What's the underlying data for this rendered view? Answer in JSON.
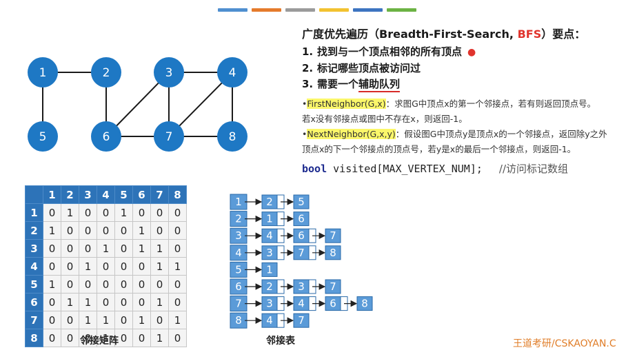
{
  "top_colors": [
    "#4f8fd0",
    "#e57b2c",
    "#9b9b9b",
    "#f2c230",
    "#3d74c0",
    "#6cb344"
  ],
  "graph": {
    "nodes": [
      {
        "label": "1"
      },
      {
        "label": "2"
      },
      {
        "label": "3"
      },
      {
        "label": "4"
      },
      {
        "label": "5"
      },
      {
        "label": "6"
      },
      {
        "label": "7"
      },
      {
        "label": "8"
      }
    ],
    "edges": [
      [
        1,
        2
      ],
      [
        1,
        5
      ],
      [
        2,
        6
      ],
      [
        3,
        6
      ],
      [
        3,
        7
      ],
      [
        3,
        4
      ],
      [
        4,
        7
      ],
      [
        4,
        8
      ],
      [
        6,
        7
      ],
      [
        7,
        8
      ]
    ],
    "node_color": "#1e78c4"
  },
  "heading": {
    "prefix": "广度优先遍历（Breadth-First-Search, ",
    "bfs": "BFS",
    "suffix": "）要点："
  },
  "points": [
    {
      "num": "1.",
      "text": "找到与一个顶点相邻的所有顶点"
    },
    {
      "num": "2.",
      "text": "标记哪些顶点被访问过"
    },
    {
      "num": "3.",
      "text_before": "需要一个",
      "text_underlined": "辅助队列"
    }
  ],
  "desc": {
    "bullet": "•",
    "fn1": "FirstNeighbor(G,x)",
    "fn1_text": "：求图G中顶点x的第一个邻接点，若有则返回顶点号。",
    "fn1_text2": "若x没有邻接点或图中不存在x，则返回-1。",
    "fn2": "NextNeighbor(G,x,y)",
    "fn2_text": "：假设图G中顶点y是顶点x的一个邻接点，返回除y之外",
    "fn2_text2": "顶点x的下一个邻接点的顶点号，若y是x的最后一个邻接点，则返回-1。"
  },
  "code": {
    "keyword": "bool",
    "decl": " visited[MAX_VERTEX_NUM];",
    "comment": "//访问标记数组"
  },
  "matrix": {
    "headers": [
      "1",
      "2",
      "3",
      "4",
      "5",
      "6",
      "7",
      "8"
    ],
    "rows": [
      [
        "0",
        "1",
        "0",
        "0",
        "1",
        "0",
        "0",
        "0"
      ],
      [
        "1",
        "0",
        "0",
        "0",
        "0",
        "1",
        "0",
        "0"
      ],
      [
        "0",
        "0",
        "0",
        "1",
        "0",
        "1",
        "1",
        "0"
      ],
      [
        "0",
        "0",
        "1",
        "0",
        "0",
        "0",
        "1",
        "1"
      ],
      [
        "1",
        "0",
        "0",
        "0",
        "0",
        "0",
        "0",
        "0"
      ],
      [
        "0",
        "1",
        "1",
        "0",
        "0",
        "0",
        "1",
        "0"
      ],
      [
        "0",
        "0",
        "1",
        "1",
        "0",
        "1",
        "0",
        "1"
      ],
      [
        "0",
        "0",
        "0",
        "1",
        "0",
        "0",
        "1",
        "0"
      ]
    ],
    "caption": "邻接矩阵"
  },
  "adjlist": {
    "vertices": [
      "1",
      "2",
      "3",
      "4",
      "5",
      "6",
      "7",
      "8"
    ],
    "neighbors": [
      [
        "2",
        "5"
      ],
      [
        "1",
        "6"
      ],
      [
        "4",
        "6",
        "7"
      ],
      [
        "3",
        "7",
        "8"
      ],
      [
        "1"
      ],
      [
        "2",
        "3",
        "7"
      ],
      [
        "3",
        "4",
        "6",
        "8"
      ],
      [
        "4",
        "7"
      ]
    ],
    "caption": "邻接表",
    "color": "#5b9bd8"
  },
  "brand": "王道考研/CSKAOYAN.C"
}
